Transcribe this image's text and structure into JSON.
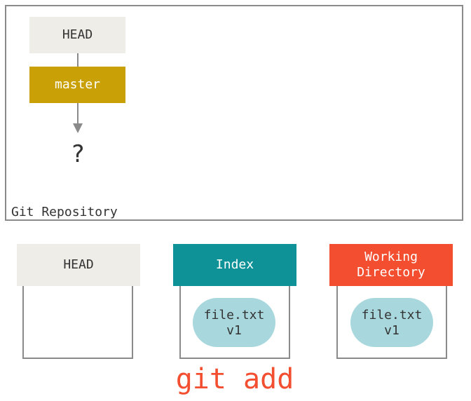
{
  "repository": {
    "label": "Git Repository",
    "head_label": "HEAD",
    "branch_label": "master",
    "unknown_commit": "?"
  },
  "trees": [
    {
      "name": "HEAD",
      "header_color": "#eeede8",
      "text_color": "#333333",
      "file": null
    },
    {
      "name": "Index",
      "header_color": "#0f9297",
      "text_color": "#ffffff",
      "file": "file.txt\nv1"
    },
    {
      "name": "Working\nDirectory",
      "header_color": "#f24e2f",
      "text_color": "#ffffff",
      "file": "file.txt\nv1"
    }
  ],
  "command": "git add",
  "colors": {
    "master": "#c9a106",
    "file_pill": "#a8d8dd",
    "command": "#f24e2f",
    "outline": "#8a8a8a"
  }
}
